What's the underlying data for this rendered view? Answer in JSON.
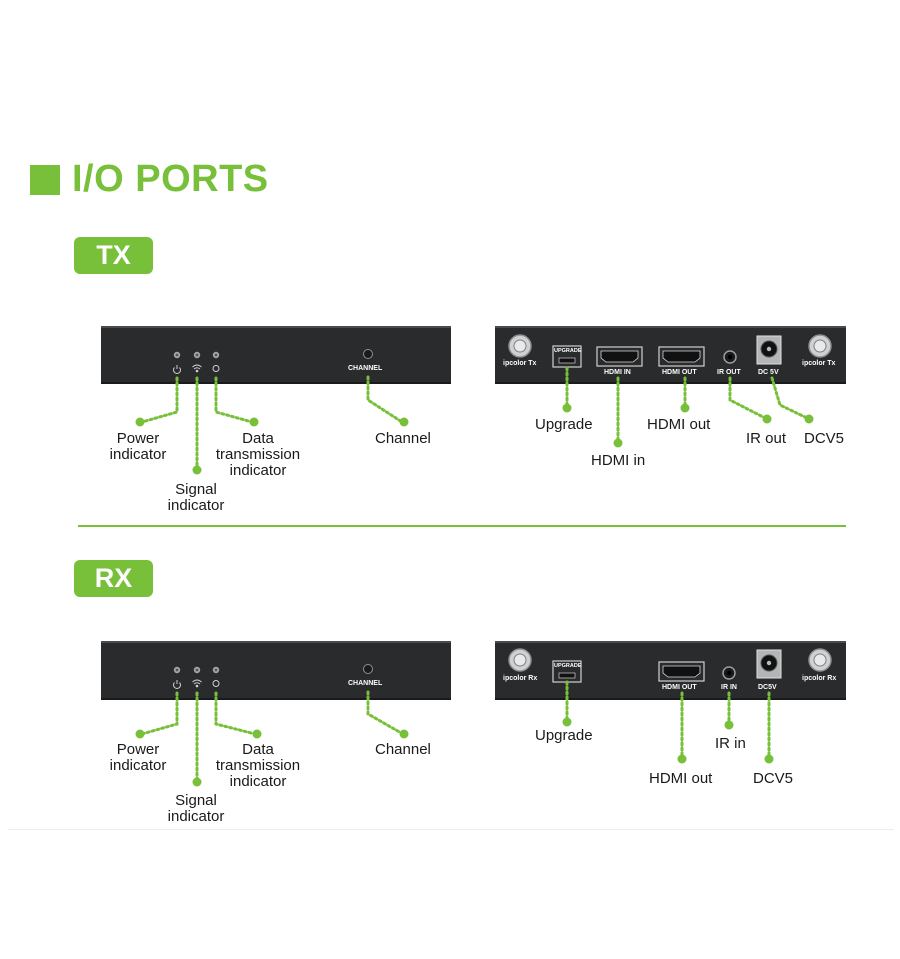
{
  "header": {
    "title": "I/O PORTS"
  },
  "tx": {
    "badge": "TX",
    "front": {
      "channel_text": "CHANNEL",
      "labels": {
        "power": [
          "Power",
          "indicator"
        ],
        "signal": [
          "Signal",
          "indicator"
        ],
        "data": [
          "Data",
          "transmission",
          "indicator"
        ],
        "channel": "Channel"
      }
    },
    "back": {
      "antenna_left": "ipcolor Tx",
      "antenna_right": "ipcolor Tx",
      "upgrade_text": "UPGRADE",
      "hdmi_in_text": "HDMI IN",
      "hdmi_out_text": "HDMI OUT",
      "ir_out_text": "IR OUT",
      "dc_text": "DC 5V",
      "labels": {
        "upgrade": "Upgrade",
        "hdmi_in": "HDMI in",
        "hdmi_out": "HDMI out",
        "ir_out": "IR out",
        "dcv5": "DCV5"
      }
    }
  },
  "rx": {
    "badge": "RX",
    "front": {
      "channel_text": "CHANNEL",
      "labels": {
        "power": [
          "Power",
          "indicator"
        ],
        "signal": [
          "Signal",
          "indicator"
        ],
        "data": [
          "Data",
          "transmission",
          "indicator"
        ],
        "channel": "Channel"
      }
    },
    "back": {
      "antenna_left": "ipcolor Rx",
      "antenna_right": "ipcolor Rx",
      "upgrade_text": "UPGRADE",
      "hdmi_out_text": "HDMI OUT",
      "ir_in_text": "IR IN",
      "dc_text": "DC5V",
      "labels": {
        "upgrade": "Upgrade",
        "hdmi_out": "HDMI out",
        "ir_in": "IR in",
        "dcv5": "DCV5"
      }
    }
  },
  "colors": {
    "accent": "#78bf3a",
    "device": "#2a2b2d",
    "text": "#1a1a1a"
  }
}
